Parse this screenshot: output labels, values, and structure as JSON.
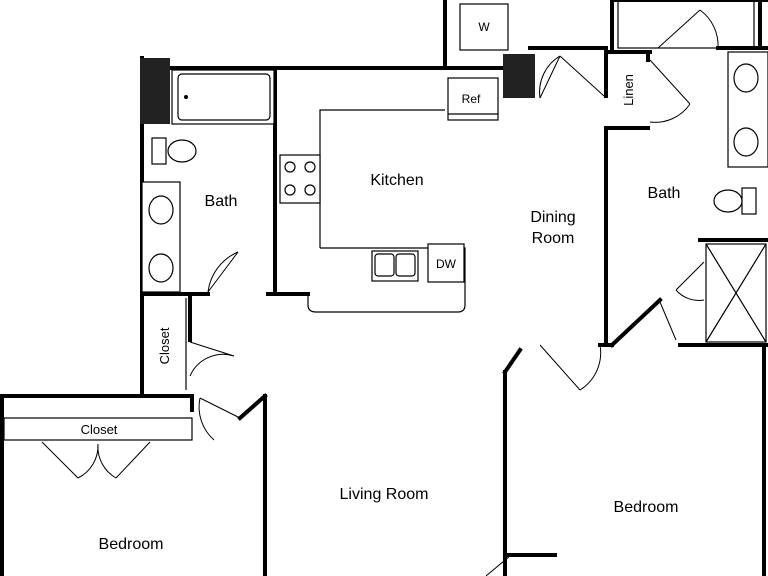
{
  "rooms": {
    "kitchen": "Kitchen",
    "bath_left": "Bath",
    "bath_right": "Bath",
    "dining_line1": "Dining",
    "dining_line2": "Room",
    "living": "Living Room",
    "bedroom_left": "Bedroom",
    "bedroom_right": "Bedroom",
    "closet_vertical": "Closet",
    "closet_horizontal": "Closet",
    "linen": "Linen"
  },
  "appliances": {
    "washer": "W",
    "refrigerator": "Ref",
    "dishwasher": "DW"
  }
}
